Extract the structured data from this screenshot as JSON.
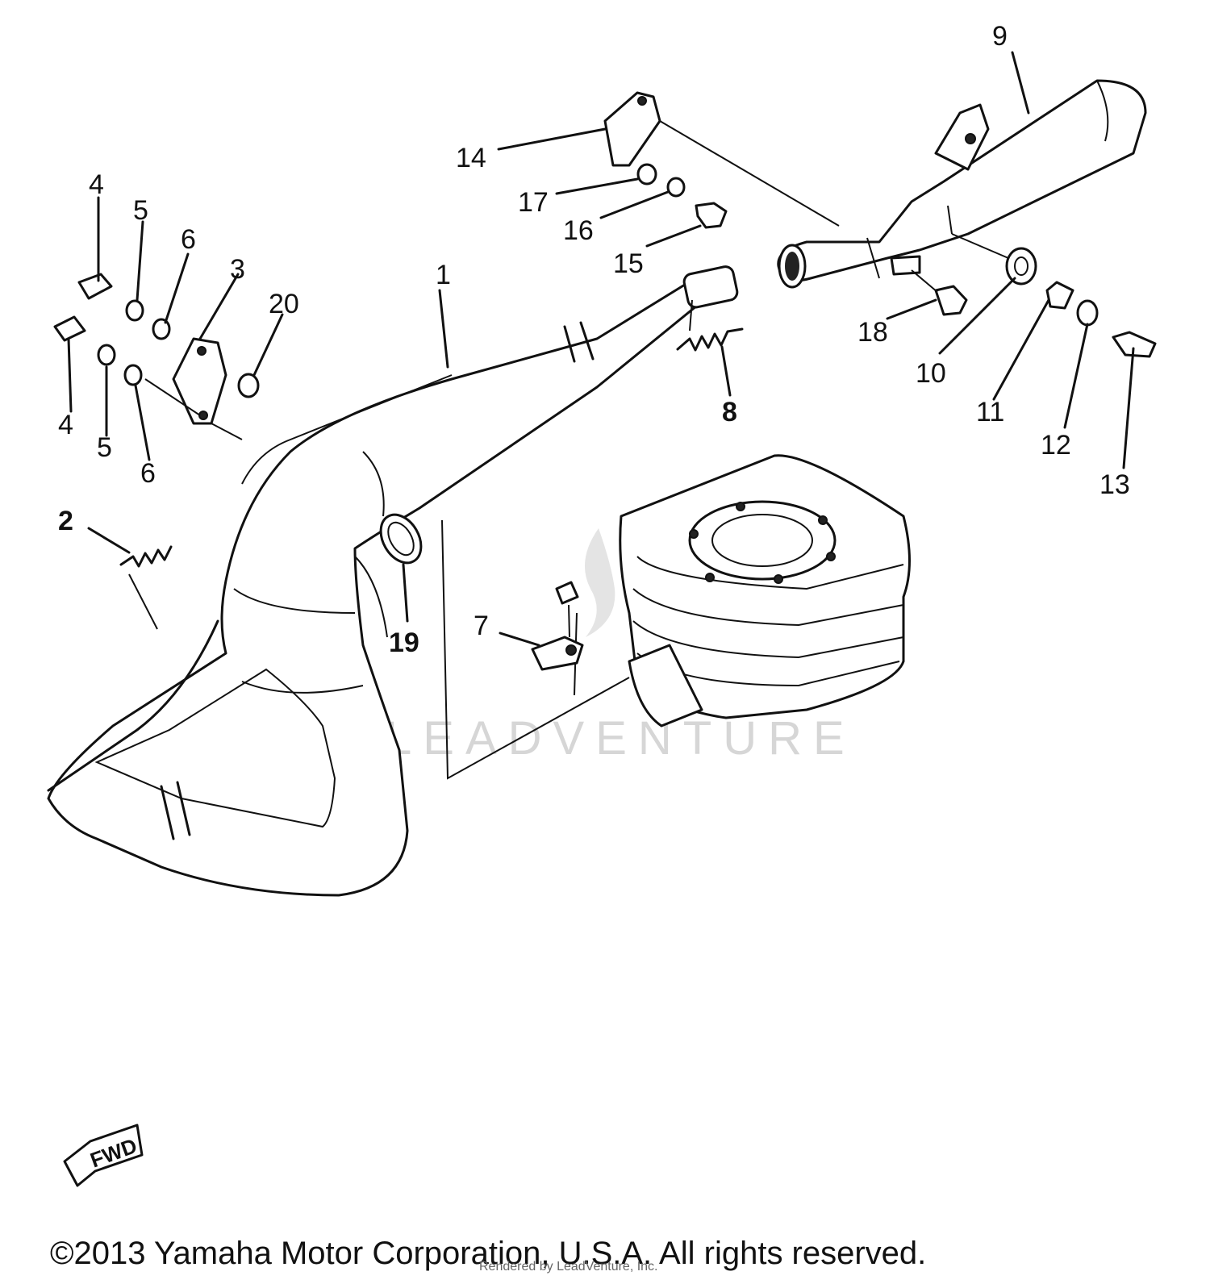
{
  "callouts": {
    "c1": "1",
    "c2": "2",
    "c3": "3",
    "c4a": "4",
    "c4b": "4",
    "c5a": "5",
    "c5b": "5",
    "c6a": "6",
    "c6b": "6",
    "c7": "7",
    "c8": "8",
    "c9": "9",
    "c10": "10",
    "c11": "11",
    "c12": "12",
    "c13": "13",
    "c14": "14",
    "c15": "15",
    "c16": "16",
    "c17": "17",
    "c18": "18",
    "c19": "19",
    "c20": "20"
  },
  "fwd_label": "FWD",
  "watermark": "LEADVENTURE",
  "copyright": "©2013 Yamaha Motor Corporation, U.S.A. All rights reserved.",
  "rendered_by": "Rendered by LeadVenture, Inc."
}
